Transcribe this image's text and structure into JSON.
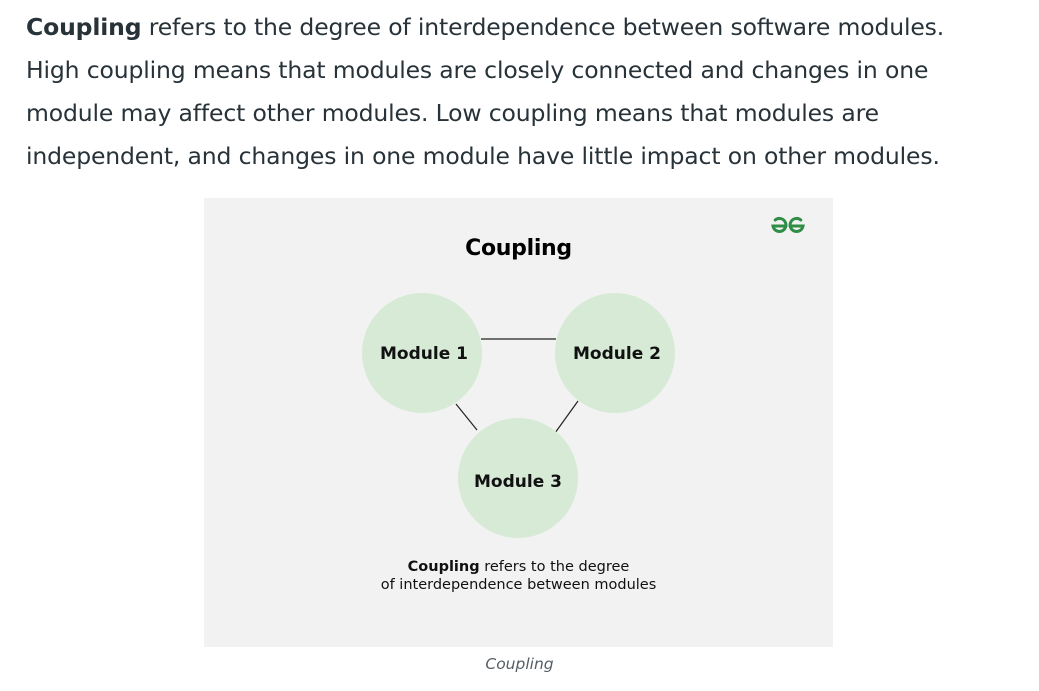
{
  "article": {
    "intro": {
      "term": "Coupling",
      "line1_rest": " refers to the degree of interdependence between software modules.",
      "line2": "High coupling means that modules are closely connected and changes in one",
      "line3": "module may affect other modules. Low coupling means that modules are",
      "line4": "independent, and changes in one module have little impact on other modules."
    }
  },
  "figure": {
    "logo": "gfg-logo",
    "title": "Coupling",
    "modules": {
      "m1": "Module 1",
      "m2": "Module 2",
      "m3": "Module 3"
    },
    "description": {
      "term": "Coupling",
      "line1_rest": " refers to the degree",
      "line2": "of interdependence between modules"
    },
    "colors": {
      "background": "#f2f2f2",
      "module_fill": "#d6ead6",
      "logo": "#2f8d46",
      "connector": "#222222"
    },
    "caption": "Coupling"
  }
}
